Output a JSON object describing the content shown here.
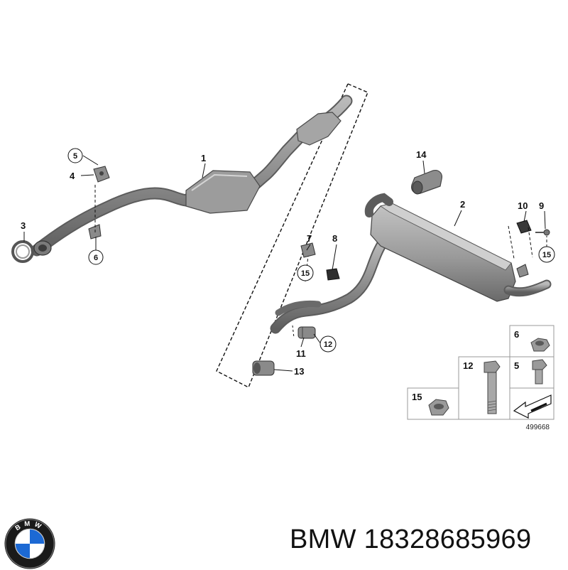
{
  "callouts": {
    "c1": "1",
    "c2": "2",
    "c3": "3",
    "c4": "4",
    "c5": "5",
    "c6": "6",
    "c7": "7",
    "c8": "8",
    "c9": "9",
    "c10": "10",
    "c11": "11",
    "c12": "12",
    "c13": "13",
    "c14": "14",
    "c15a": "15",
    "c15b": "15"
  },
  "legend": {
    "item6": "6",
    "item5": "5",
    "item12": "12",
    "item15": "15"
  },
  "diagram_ref": "499668",
  "caption": {
    "brand": "BMW",
    "part_number": "18328685969"
  },
  "logo": {
    "letters": "BMW",
    "blue": "#1c69d4",
    "ring": "#1a1a1a"
  },
  "colors": {
    "pipe": "#8a8a8a",
    "pipe_dark": "#5c5c5c",
    "line": "#111111"
  }
}
